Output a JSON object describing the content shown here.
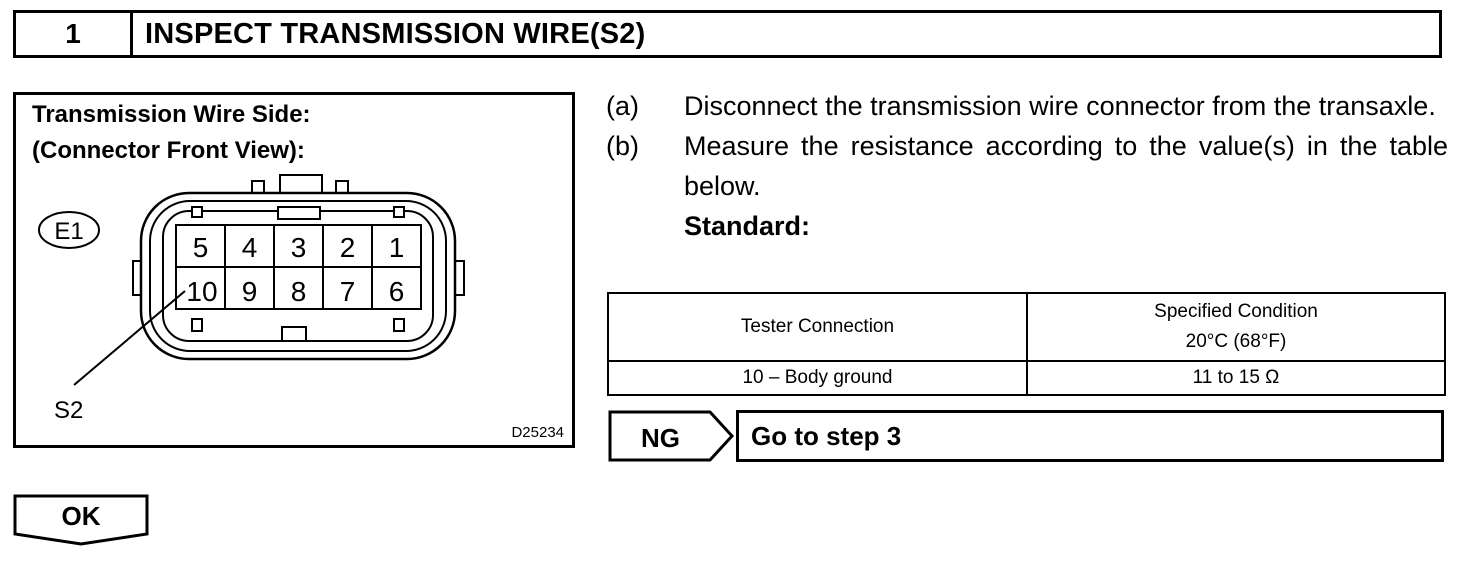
{
  "step": {
    "number": "1",
    "title": "INSPECT TRANSMISSION WIRE(S2)"
  },
  "diagram": {
    "caption_line1": "Transmission Wire Side:",
    "caption_line2": "(Connector Front View):",
    "connector_label": "E1",
    "pins_top": [
      "5",
      "4",
      "3",
      "2",
      "1"
    ],
    "pins_bottom": [
      "10",
      "9",
      "8",
      "7",
      "6"
    ],
    "wire_label": "S2",
    "figure_code": "D25234"
  },
  "instructions": [
    {
      "letter": "(a)",
      "text": "Disconnect the transmission wire connector from the transaxle."
    },
    {
      "letter": "(b)",
      "text": "Measure the resistance according to the value(s) in the table below."
    }
  ],
  "standard_label": "Standard:",
  "spec_table": {
    "headers": [
      "Tester Connection",
      "Specified Condition",
      "20°C (68°F)"
    ],
    "rows": [
      [
        "10 – Body ground",
        "11 to 15 Ω"
      ]
    ]
  },
  "result_ng": {
    "label": "NG",
    "action": "Go to step 3"
  },
  "result_ok": {
    "label": "OK"
  }
}
